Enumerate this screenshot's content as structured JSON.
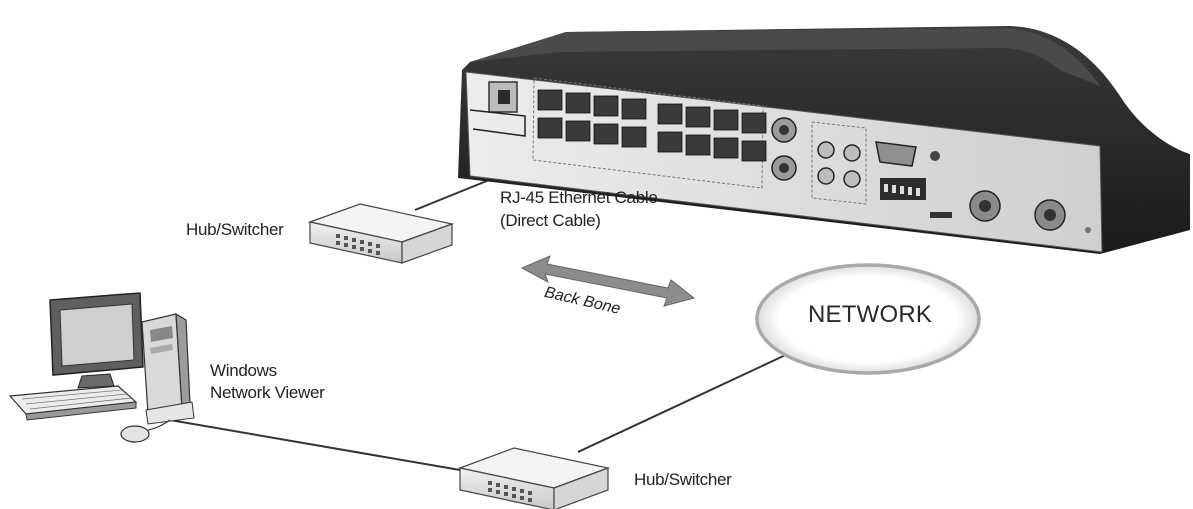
{
  "labels": {
    "hub_top": "Hub/Switcher",
    "cable_line1": "RJ-45 Ethernet Cable",
    "cable_line2": "(Direct Cable)",
    "backbone": "Back Bone",
    "network": "NETWORK",
    "viewer_line1": "Windows",
    "viewer_line2": "Network Viewer",
    "hub_bottom": "Hub/Switcher"
  },
  "colors": {
    "line": "#333333",
    "device_body": "#2b2b2b",
    "panel": "#dcdcdc",
    "arrow": "#8c8c8c",
    "ellipse_stroke": "#a9a9a9"
  },
  "icons": [
    "dvr-device-icon",
    "hub-switch-icon",
    "computer-icon",
    "double-arrow-icon",
    "network-cloud-icon"
  ]
}
